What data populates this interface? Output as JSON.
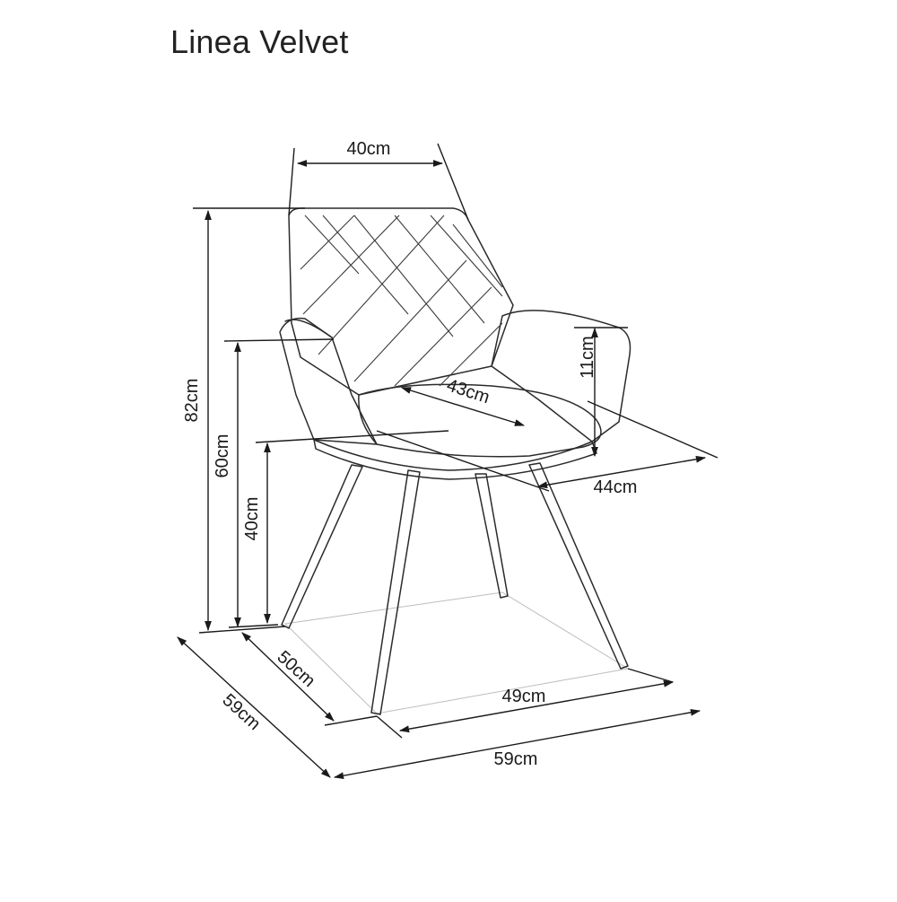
{
  "title": "Linea Velvet",
  "colors": {
    "line": "#1a1a1a",
    "fabric": "#f3f3f3",
    "text": "#222222"
  },
  "dimensions": {
    "back_width": "40cm",
    "total_height": "82cm",
    "armrest_height": "60cm",
    "seat_height": "40cm",
    "armrest_rise": "11cm",
    "seat_depth": "43cm",
    "seat_width": "44cm",
    "base_depth": "50cm",
    "total_depth": "59cm",
    "base_width": "49cm",
    "total_width": "59cm"
  }
}
